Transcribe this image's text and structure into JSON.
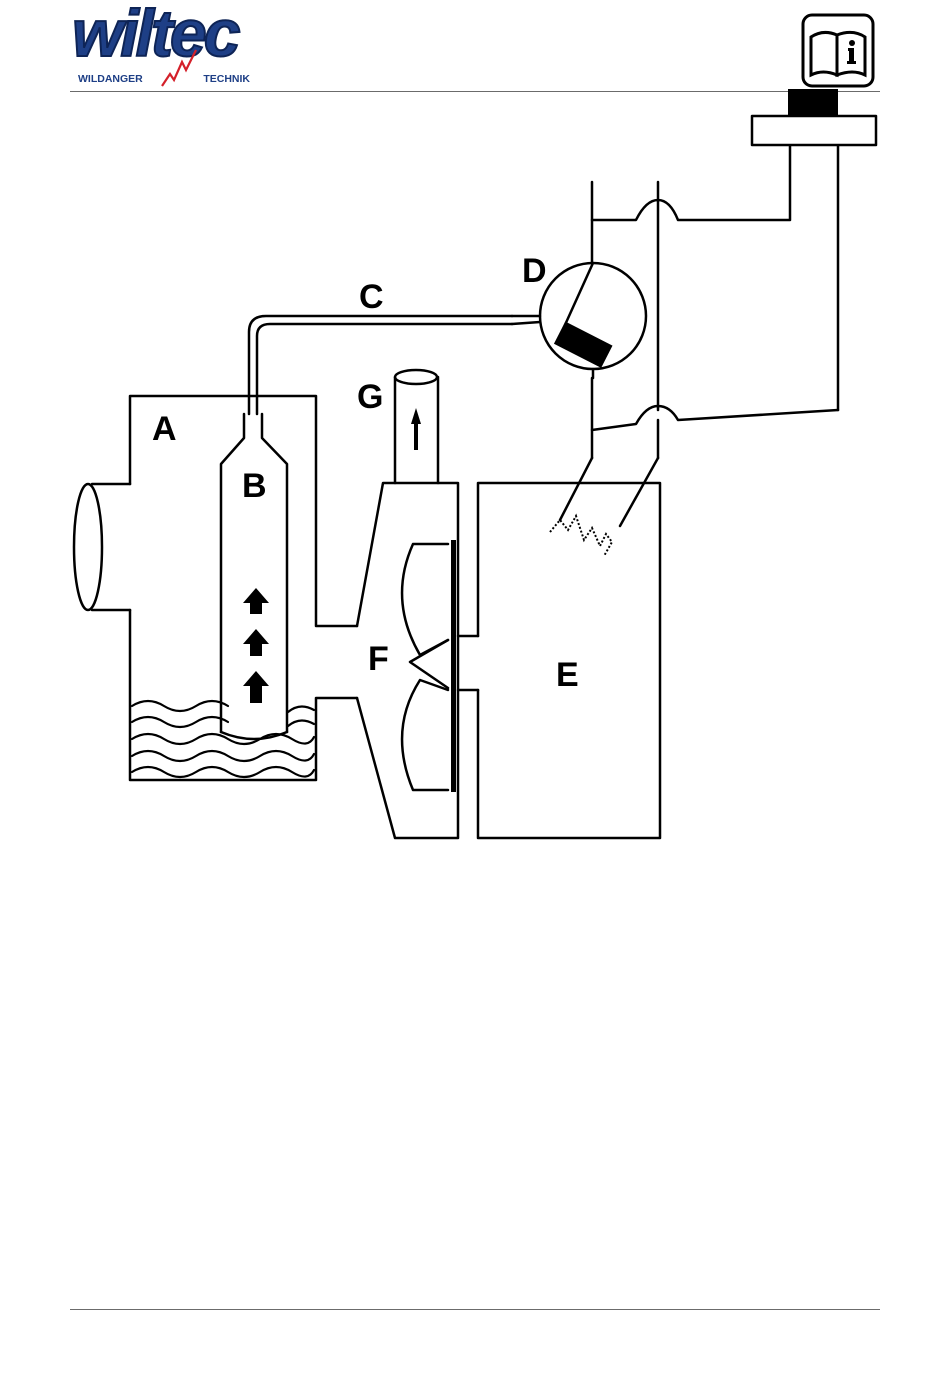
{
  "header": {
    "logo": {
      "brand": "wiltec",
      "left_word": "WILDANGER",
      "right_word": "TECHNIK",
      "colors": {
        "primary": "#1e3f86",
        "accent": "#d4202a"
      }
    },
    "manual_icon": "read-manual-info-icon"
  },
  "diagram": {
    "labels": {
      "a": "A",
      "b": "B",
      "c": "C",
      "d": "D",
      "e": "E",
      "f": "F",
      "g": "G"
    }
  }
}
